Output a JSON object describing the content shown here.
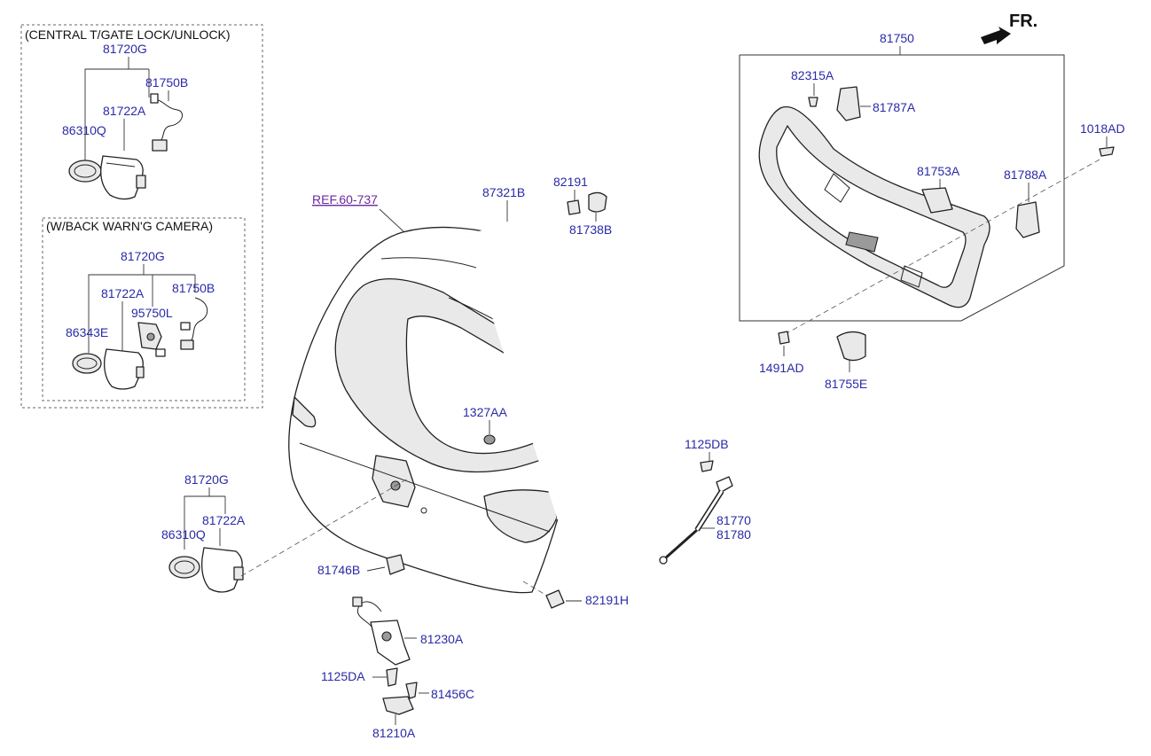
{
  "direction_indicator": {
    "label": "FR."
  },
  "reference": {
    "label": "REF.60-737"
  },
  "inset_central_lock": {
    "title": "(CENTRAL T/GATE LOCK/UNLOCK)",
    "parts": [
      "81720G",
      "81750B",
      "81722A",
      "86310Q"
    ]
  },
  "inset_camera": {
    "title": "(W/BACK WARN'G CAMERA)",
    "parts": [
      "81720G",
      "81722A",
      "81750B",
      "95750L",
      "86343E"
    ]
  },
  "assembly_81750": {
    "label": "81750",
    "parts": [
      "82315A",
      "81787A",
      "81753A",
      "81788A"
    ]
  },
  "callouts": {
    "p1018AD": "1018AD",
    "p1491AD": "1491AD",
    "p81755E": "81755E",
    "p87321B": "87321B",
    "p82191": "82191",
    "p81738B": "81738B",
    "p1327AA": "1327AA",
    "p1125DB": "1125DB",
    "p81770": "81770",
    "p81780": "81780",
    "p81720G": "81720G",
    "p86310Q": "86310Q",
    "p81722A": "81722A",
    "p81746B": "81746B",
    "p82191H": "82191H",
    "p81230A": "81230A",
    "p1125DA": "1125DA",
    "p81456C": "81456C",
    "p81210A": "81210A"
  }
}
